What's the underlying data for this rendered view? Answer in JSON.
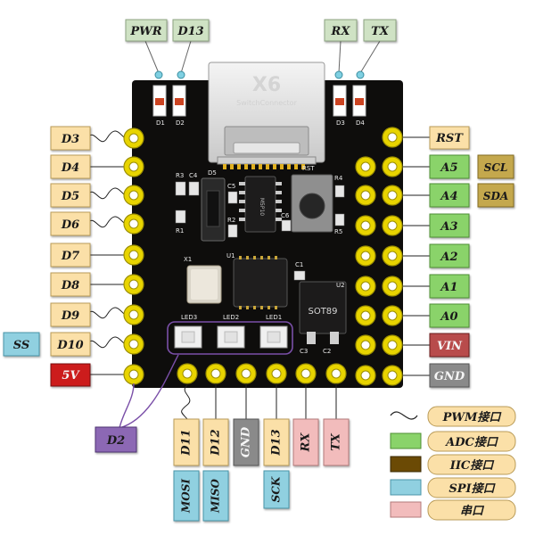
{
  "board": {
    "connector_logo": "X6",
    "connector_text": "SwitchConnector",
    "chip_text": "M5P10",
    "regulator_text": "SOT89",
    "component_refs": [
      "D1",
      "D2",
      "D3",
      "D4",
      "R3",
      "C4",
      "D5",
      "C5",
      "R2",
      "R1",
      "RST",
      "R4",
      "R5",
      "C6",
      "X1",
      "U1",
      "C1",
      "U2",
      "LED3",
      "LED2",
      "LED1",
      "C3",
      "C2"
    ]
  },
  "top_labels": {
    "pwr": "PWR",
    "d13": "D13",
    "rx": "RX",
    "tx": "TX"
  },
  "left_pins": [
    "D3",
    "D4",
    "D5",
    "D6",
    "D7",
    "D8",
    "D9",
    "D10",
    "5V"
  ],
  "right_pins": [
    "RST",
    "A5",
    "A4",
    "A3",
    "A2",
    "A1",
    "A0",
    "VIN",
    "GND"
  ],
  "extra_labels": {
    "scl": "SCL",
    "sda": "SDA",
    "ss": "SS",
    "d2": "D2"
  },
  "bottom_pins": [
    "D11",
    "D12",
    "GND",
    "D13",
    "RX",
    "TX"
  ],
  "bottom_secondary": [
    "MOSI",
    "MISO",
    "",
    "SCK",
    "",
    ""
  ],
  "legend": [
    {
      "label": "PWM接口"
    },
    {
      "label": "ADC接口"
    },
    {
      "label": "IIC接口"
    },
    {
      "label": "SPI接口"
    },
    {
      "label": "串口"
    }
  ],
  "colors": {
    "board": "#0e0d0c",
    "pad": "#e8d400",
    "digital": "#fbe0a8",
    "analog": "#8ad36a",
    "iic": "#c4a84e",
    "spi": "#90d0e0",
    "serial": "#f2bcbc",
    "power_5v": "#cc1c1c",
    "vin": "#b84b4b",
    "gnd": "#8a8a8a",
    "top_tag": "#cfe2c4",
    "d2_tag": "#8c68b4",
    "legend_iic": "#6b4a05"
  }
}
